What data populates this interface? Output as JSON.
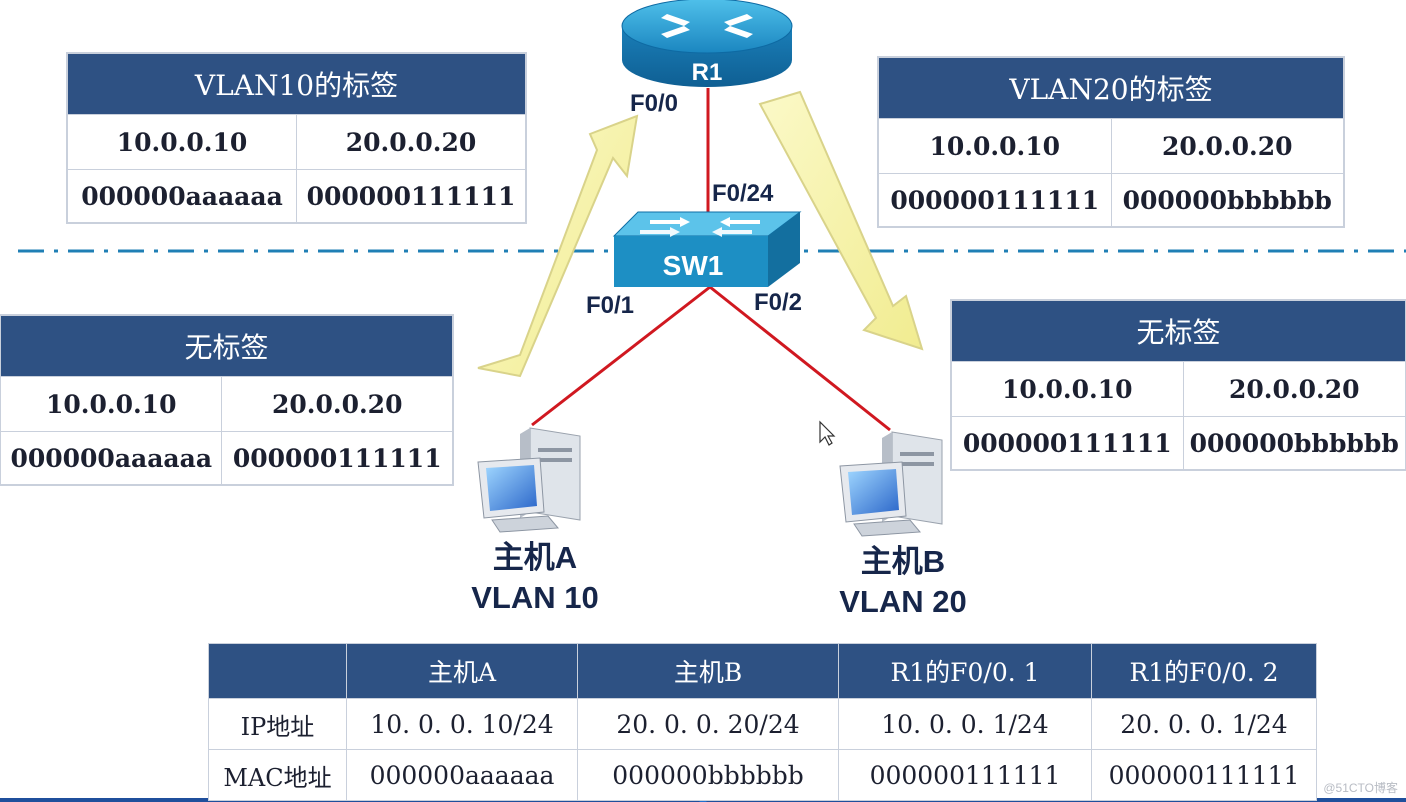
{
  "tables": {
    "vlan10_tag": {
      "title": "VLAN10的标签",
      "ip": [
        "10.0.0.10",
        "20.0.0.20"
      ],
      "mac": [
        "000000aaaaaa",
        "000000111111"
      ]
    },
    "vlan20_tag": {
      "title": "VLAN20的标签",
      "ip": [
        "10.0.0.10",
        "20.0.0.20"
      ],
      "mac": [
        "000000111111",
        "000000bbbbbb"
      ]
    },
    "untagged_left": {
      "title": "无标签",
      "ip": [
        "10.0.0.10",
        "20.0.0.20"
      ],
      "mac": [
        "000000aaaaaa",
        "000000111111"
      ]
    },
    "untagged_right": {
      "title": "无标签",
      "ip": [
        "10.0.0.10",
        "20.0.0.20"
      ],
      "mac": [
        "000000111111",
        "000000bbbbbb"
      ]
    }
  },
  "devices": {
    "router": {
      "name": "R1",
      "port": "F0/0"
    },
    "switch": {
      "name": "SW1",
      "uplink": "F0/24",
      "port_a": "F0/1",
      "port_b": "F0/2"
    },
    "host_a": {
      "name": "主机A",
      "vlan": "VLAN 10"
    },
    "host_b": {
      "name": "主机B",
      "vlan": "VLAN 20"
    }
  },
  "address_table": {
    "headers": [
      "",
      "主机A",
      "主机B",
      "R1的F0/0. 1",
      "R1的F0/0. 2"
    ],
    "rows": [
      [
        "IP地址",
        "10. 0. 0. 10/24",
        "20. 0. 0. 20/24",
        "10. 0. 0. 1/24",
        "20. 0. 0. 1/24"
      ],
      [
        "MAC地址",
        "000000aaaaaa",
        "000000bbbbbb",
        "000000111111",
        "000000111111"
      ]
    ]
  },
  "watermark": "@51CTO博客",
  "colors": {
    "header_blue": "#2e5183",
    "link_red": "#d01820",
    "arrow_yellow": "#f6f3a6",
    "device_blue": "#1d8fc4"
  }
}
